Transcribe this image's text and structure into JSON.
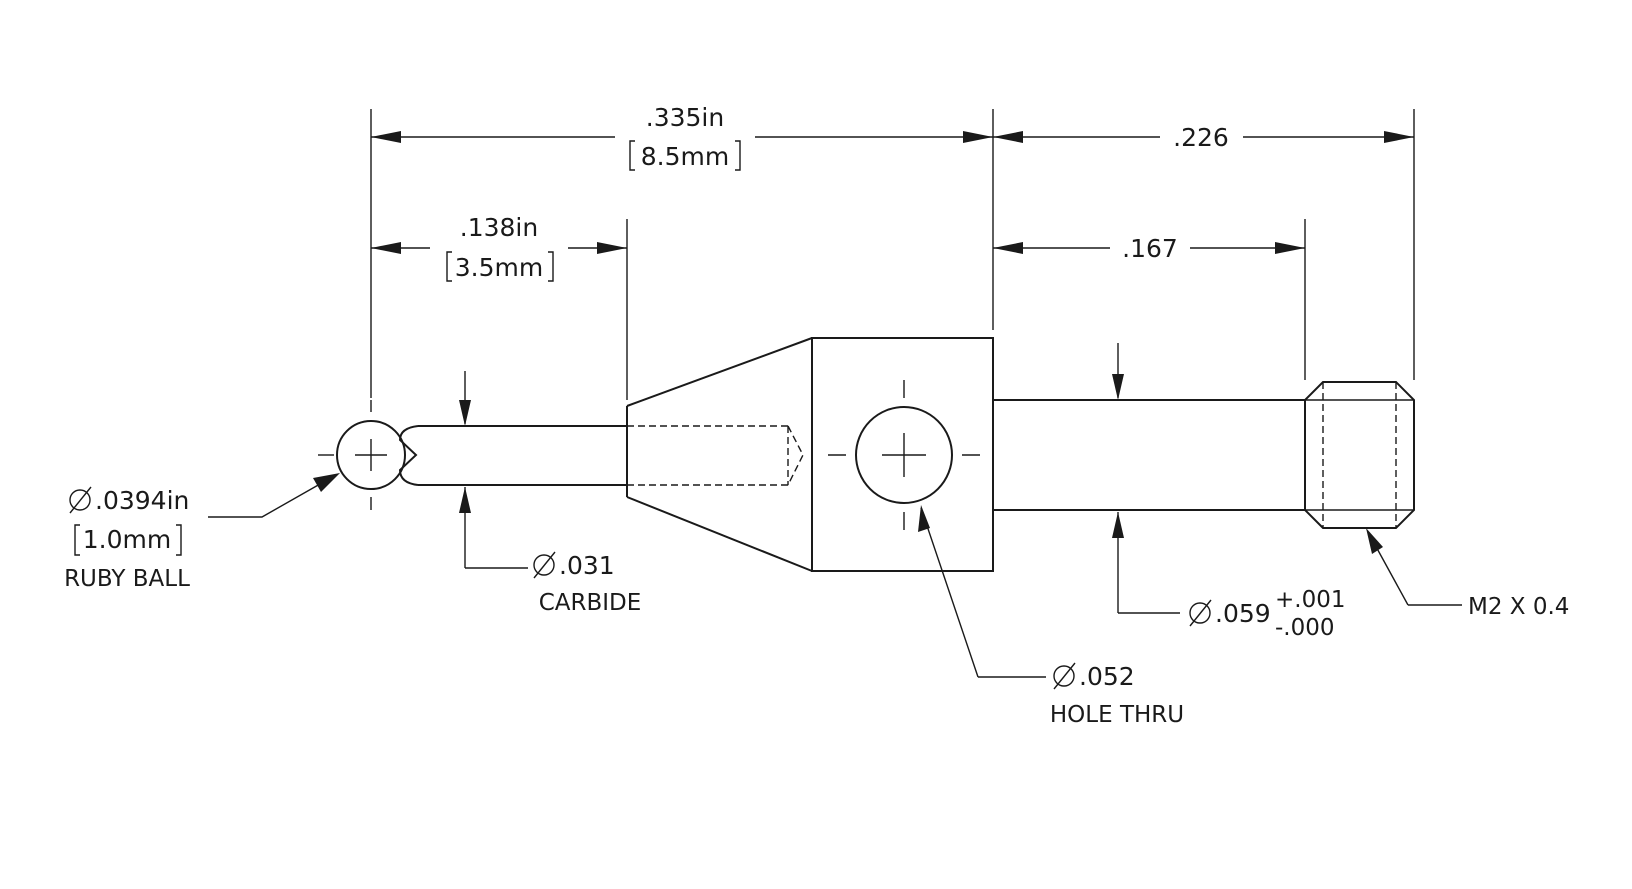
{
  "dimensions": {
    "overall_in": ".335in",
    "overall_mm": "8.5mm",
    "stem_in": ".138in",
    "stem_mm": "3.5mm",
    "shank_to_thread": ".226",
    "shank_length": ".167"
  },
  "callouts": {
    "ball": {
      "diameter": ".0394in",
      "mm": "1.0mm",
      "material": "RUBY BALL"
    },
    "stem": {
      "diameter": ".031",
      "material": "CARBIDE"
    },
    "hole": {
      "diameter": ".052",
      "note": "HOLE THRU"
    },
    "shank": {
      "diameter": ".059",
      "tol_plus": "+.001",
      "tol_minus": "-.000"
    },
    "thread": {
      "spec": "M2 X 0.4"
    }
  },
  "symbols": {
    "diameter_symbol": "diameter-symbol"
  },
  "colors": {
    "line": "#1a1a1a",
    "background": "#ffffff"
  }
}
